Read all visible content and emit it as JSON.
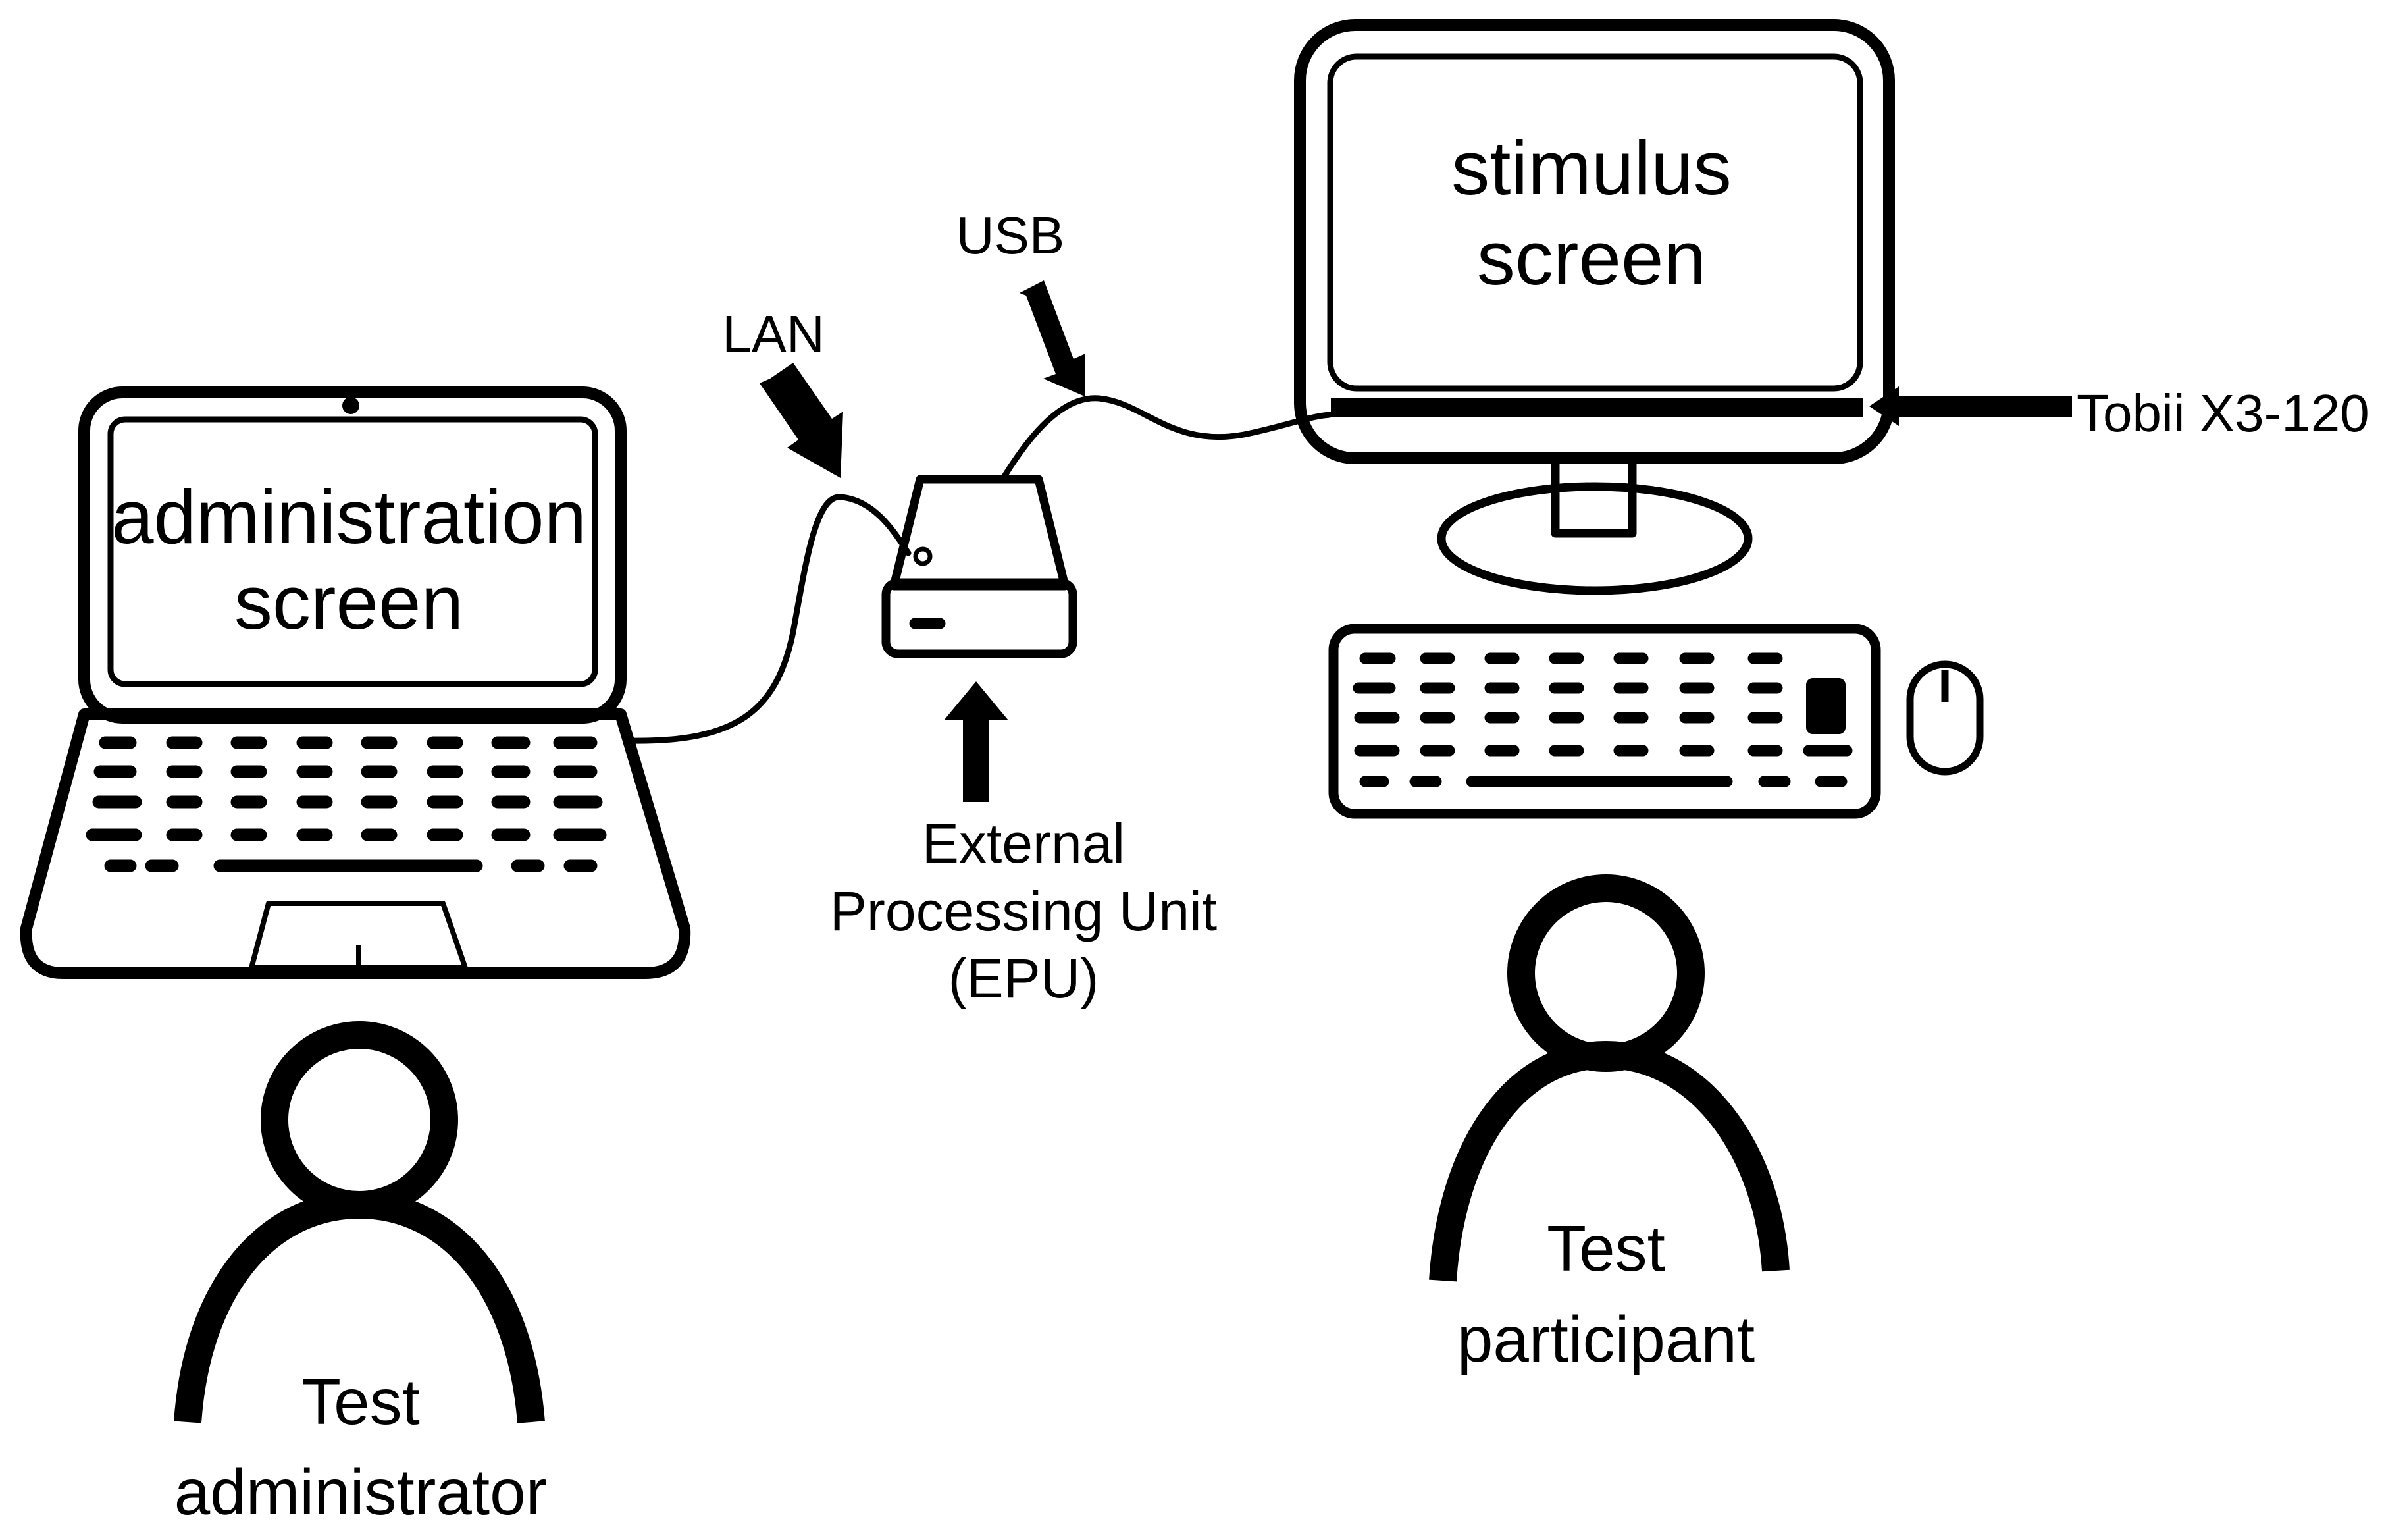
{
  "labels": {
    "admin_screen": [
      "administration",
      "screen"
    ],
    "stimulus_screen": [
      "stimulus",
      "screen"
    ],
    "lan": "LAN",
    "usb": "USB",
    "epu": [
      "External",
      "Processing Unit",
      "(EPU)"
    ],
    "tobii": "Tobii X3-120",
    "test_administrator": [
      "Test",
      "administrator"
    ],
    "test_participant": [
      "Test",
      "participant"
    ]
  },
  "colors": {
    "ink": "#000000",
    "background": "#ffffff"
  },
  "icons": [
    "laptop-icon",
    "monitor-icon",
    "keyboard-icon",
    "mouse-icon",
    "epu-box-icon",
    "person-icon",
    "arrow-icon",
    "eye-tracker-bar-icon"
  ]
}
